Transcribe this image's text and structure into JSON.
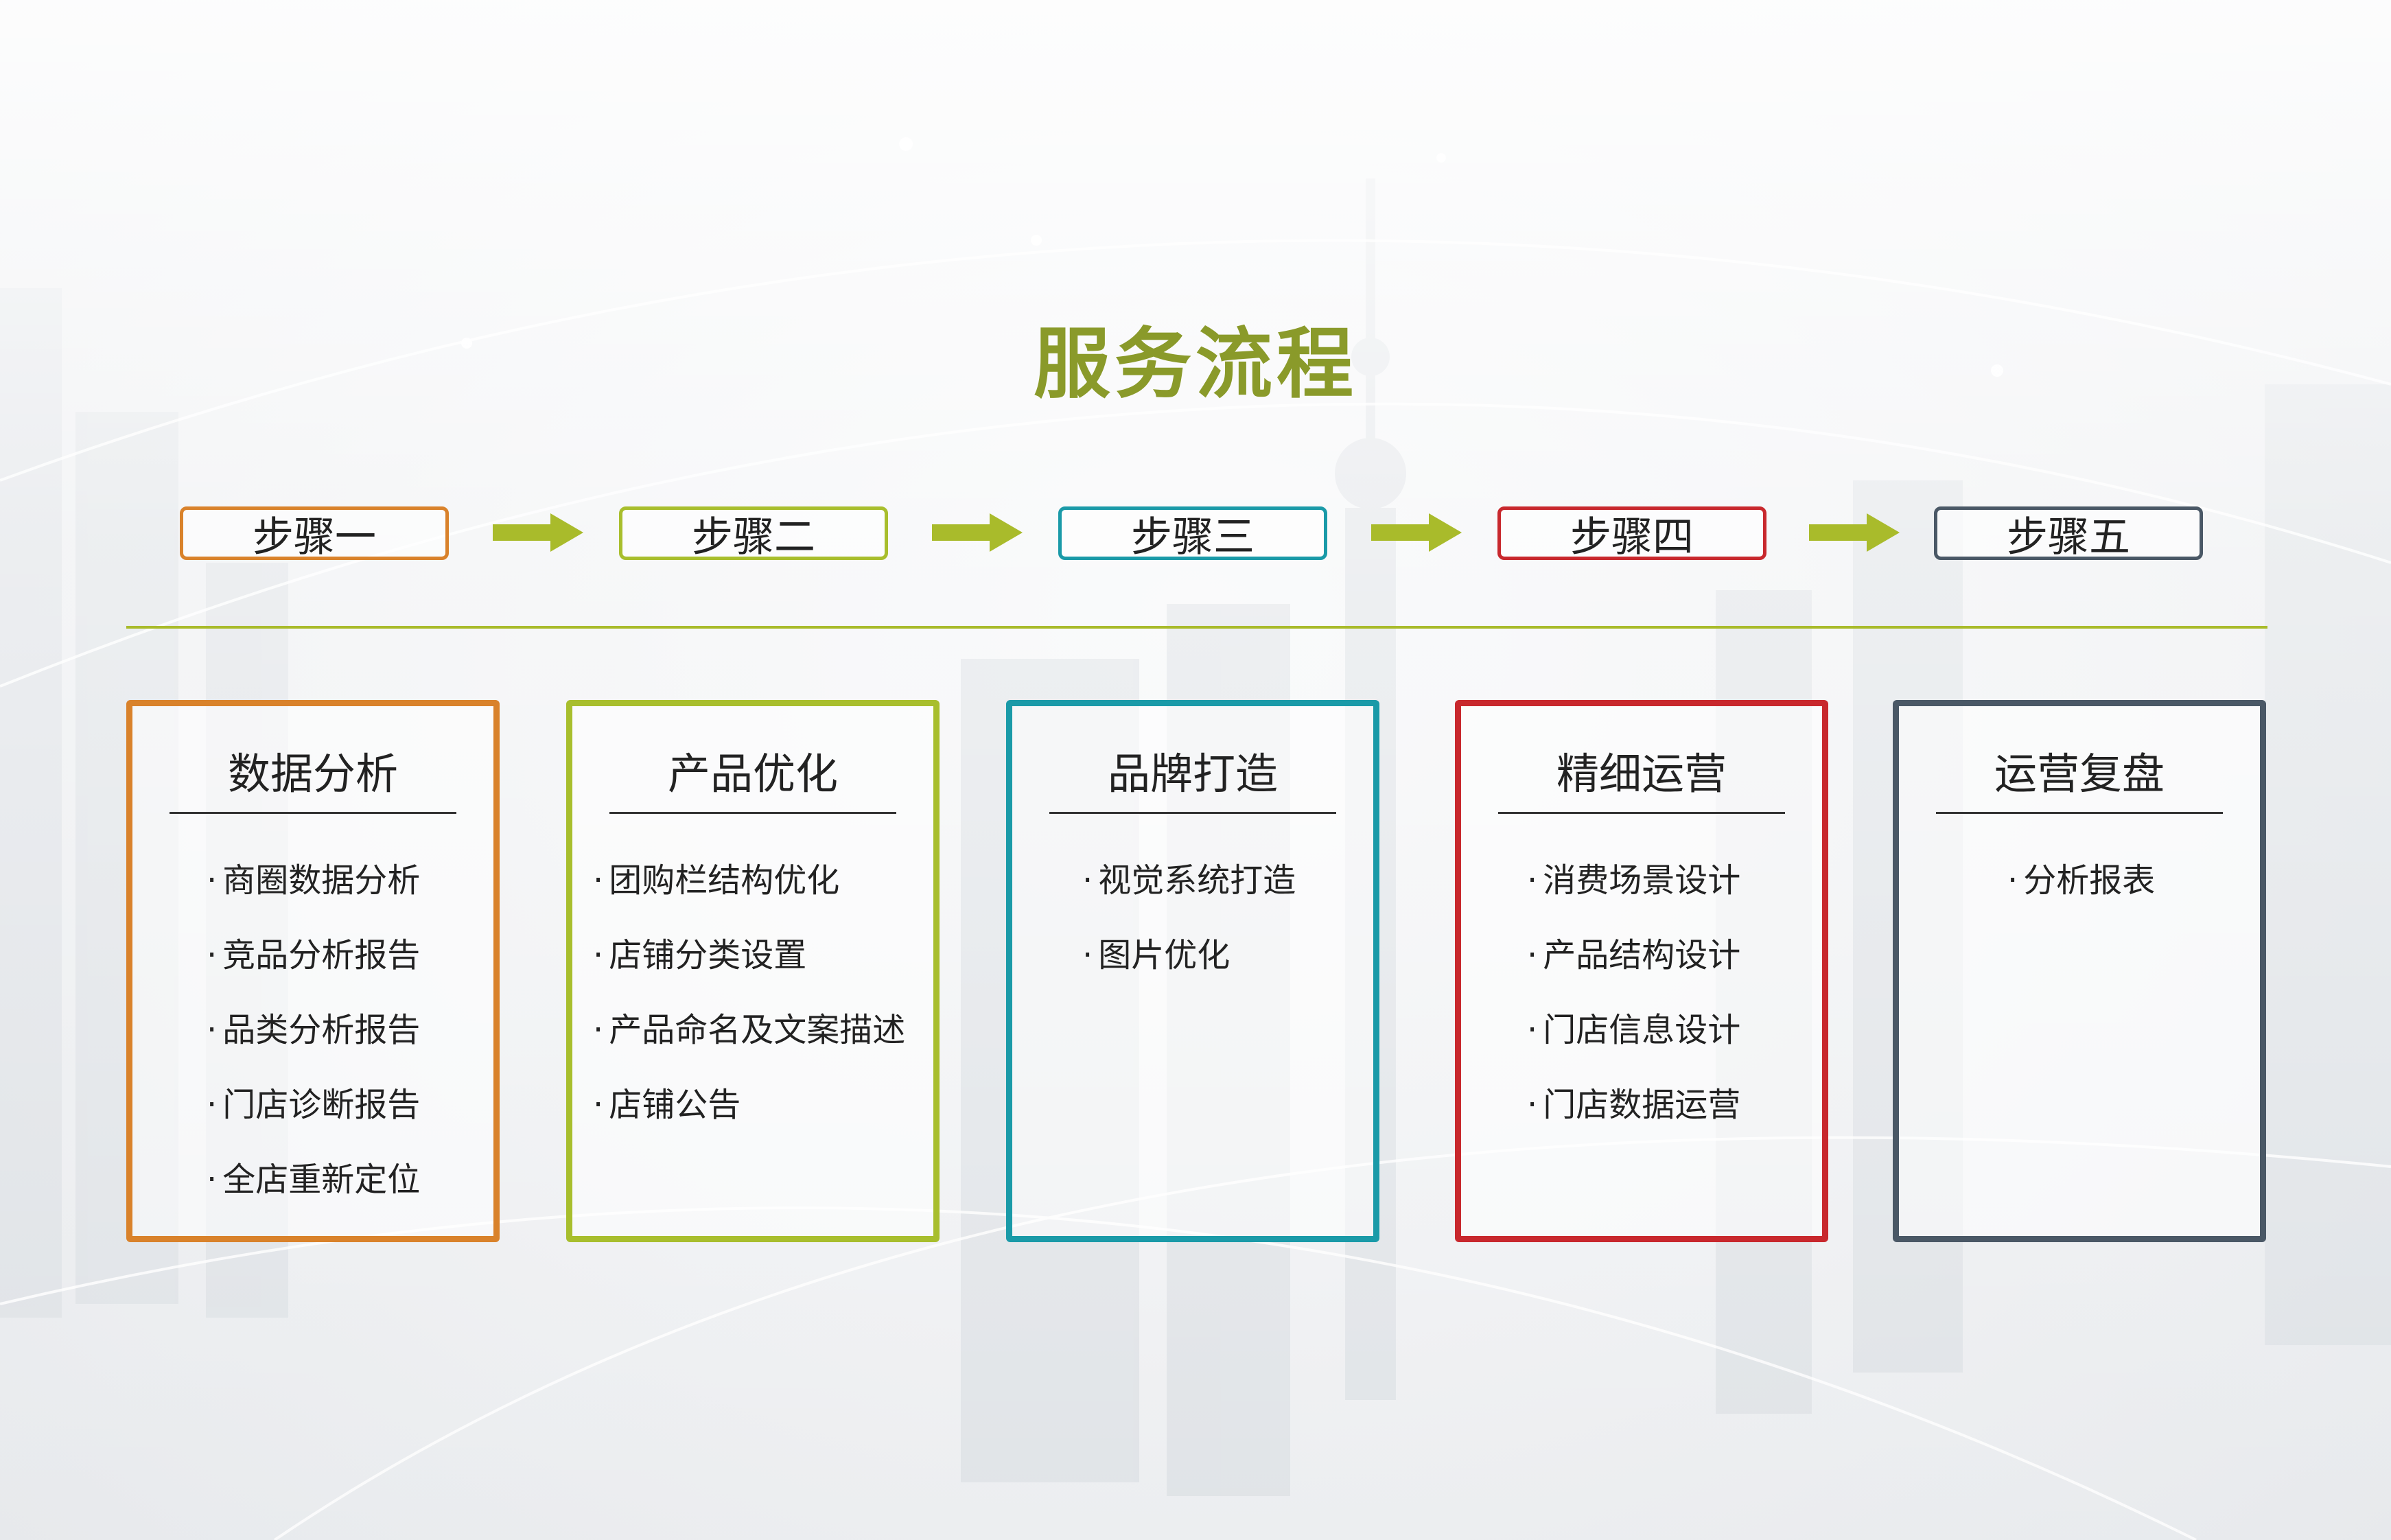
{
  "title": "服务流程",
  "steps": [
    {
      "label": "步骤一",
      "color": "#d9822b"
    },
    {
      "label": "步骤二",
      "color": "#a8be2d"
    },
    {
      "label": "步骤三",
      "color": "#1a9aa8"
    },
    {
      "label": "步骤四",
      "color": "#c8282d"
    },
    {
      "label": "步骤五",
      "color": "#4a5866"
    }
  ],
  "arrow_color": "#a9bb2b",
  "cards": [
    {
      "title": "数据分析",
      "items": [
        "商圈数据分析",
        "竞品分析报告",
        "品类分析报告",
        "门店诊断报告",
        "全店重新定位"
      ]
    },
    {
      "title": "产品优化",
      "items": [
        "团购栏结构优化",
        "店铺分类设置",
        "产品命名及文案描述",
        "店铺公告"
      ]
    },
    {
      "title": "品牌打造",
      "items": [
        "视觉系统打造",
        "图片优化"
      ]
    },
    {
      "title": "精细运营",
      "items": [
        "消费场景设计",
        "产品结构设计",
        "门店信息设计",
        "门店数据运营"
      ]
    },
    {
      "title": "运营复盘",
      "items": [
        "分析报表"
      ]
    }
  ]
}
